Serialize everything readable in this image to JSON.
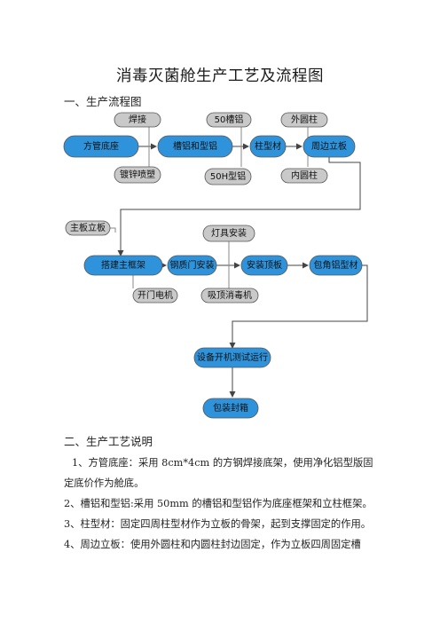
{
  "title": "消毒灭菌舱生产工艺及流程图",
  "section1": {
    "heading": "一、生产流程图"
  },
  "section2": {
    "heading": "二、生产工艺说明",
    "paragraphs": [
      "1、方管底座：采用 8cm*4cm 的方钢焊接底架，使用净化铝型版固定底价作为舱底。",
      "2、槽铝和型铝:采用 50mm 的槽铝和型铝作为底座框架和立柱框架。",
      "3、柱型材：固定四周柱型材作为立板的骨架，起到支撑固定的作用。",
      "4、周边立板：使用外圆柱和内圆柱封边固定，作为立板四周固定槽"
    ]
  },
  "flow": {
    "main_row1": [
      "方管底座",
      "槽铝和型铝",
      "柱型材",
      "周边立板"
    ],
    "inputs_row1_top": [
      "焊接",
      "50槽铝",
      "外圆柱"
    ],
    "inputs_row1_bottom": [
      "镀锌喷塑",
      "50H型铝",
      "内圆柱"
    ],
    "side_input": "主板立板",
    "main_row2": [
      "搭建主框架",
      "钢质门安装",
      "安装顶板",
      "包角铝型材"
    ],
    "input_row2_top": "灯具安装",
    "inputs_row2_bottom": [
      "开门电机",
      "吸顶消毒机"
    ],
    "final_steps": [
      "设备开机测试运行",
      "包装封箱"
    ]
  },
  "colors": {
    "main_node": "#2f93dc",
    "input_node": "#c9c9c9",
    "node_border": "#555555",
    "arrow": "#444444"
  }
}
